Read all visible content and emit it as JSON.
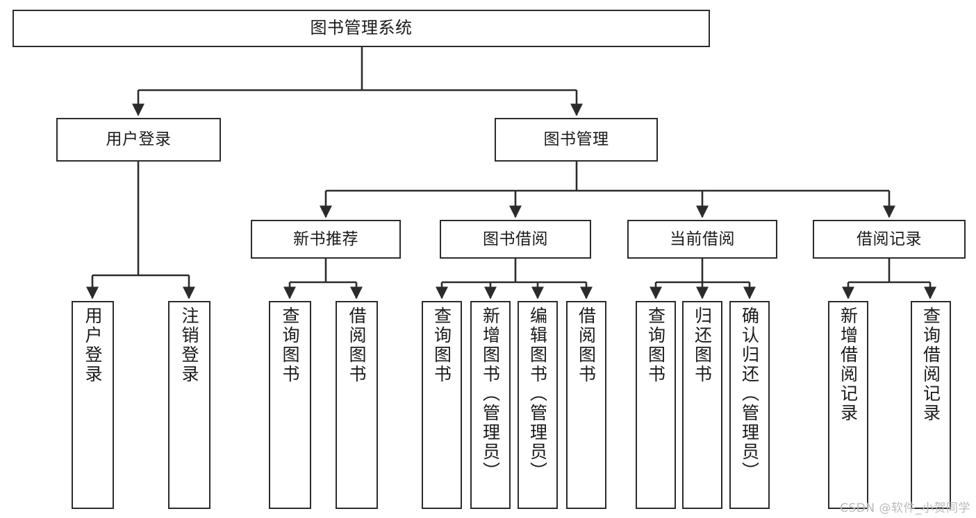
{
  "diagram": {
    "title": "图书管理系统",
    "type": "tree-hierarchy",
    "watermark": "CSDN @软件_小贺同学",
    "colors": {
      "stroke": "#2b2b2b",
      "fill": "#ffffff",
      "text": "#1a1a1a",
      "watermark": "#b9b9b9"
    },
    "nodes": {
      "root": {
        "label": "图书管理系统"
      },
      "level1": [
        {
          "id": "user-login",
          "label": "用户登录"
        },
        {
          "id": "book-manage",
          "label": "图书管理"
        }
      ],
      "level2": [
        {
          "id": "new-book-rec",
          "label": "新书推荐"
        },
        {
          "id": "book-borrow",
          "label": "图书借阅"
        },
        {
          "id": "current-borrow",
          "label": "当前借阅"
        },
        {
          "id": "borrow-record",
          "label": "借阅记录"
        }
      ],
      "leaves": {
        "user-login": [
          {
            "id": "leaf-user-login",
            "label": "用户登录"
          },
          {
            "id": "leaf-logout",
            "label": "注销登录"
          }
        ],
        "new-book-rec": [
          {
            "id": "leaf-query-book-1",
            "label": "查询图书"
          },
          {
            "id": "leaf-borrow-book-1",
            "label": "借阅图书"
          }
        ],
        "book-borrow": [
          {
            "id": "leaf-query-book-2",
            "label": "查询图书"
          },
          {
            "id": "leaf-add-book",
            "label": "新增图书（管理员）"
          },
          {
            "id": "leaf-edit-book",
            "label": "编辑图书（管理员）"
          },
          {
            "id": "leaf-borrow-book-2",
            "label": "借阅图书"
          }
        ],
        "current-borrow": [
          {
            "id": "leaf-query-book-3",
            "label": "查询图书"
          },
          {
            "id": "leaf-return-book",
            "label": "归还图书"
          },
          {
            "id": "leaf-confirm-return",
            "label": "确认归还（管理员）"
          }
        ],
        "borrow-record": [
          {
            "id": "leaf-add-record",
            "label": "新增借阅记录"
          },
          {
            "id": "leaf-query-record",
            "label": "查询借阅记录"
          }
        ]
      }
    }
  }
}
